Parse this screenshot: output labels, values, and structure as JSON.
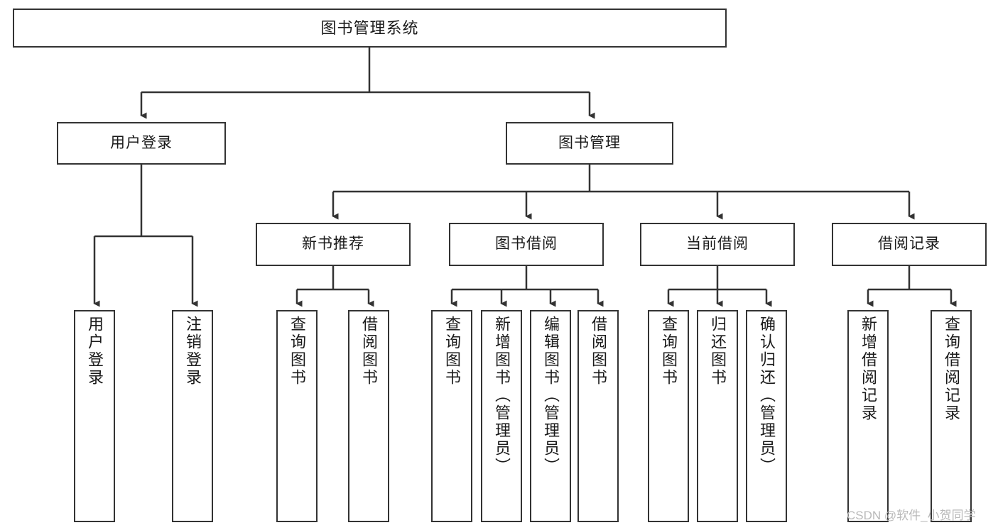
{
  "diagram": {
    "title": "图书管理系统",
    "type": "tree-hierarchy-chart",
    "root": {
      "label": "图书管理系统"
    },
    "level1": [
      {
        "label": "用户登录"
      },
      {
        "label": "图书管理"
      }
    ],
    "level2": [
      {
        "label": "新书推荐"
      },
      {
        "label": "图书借阅"
      },
      {
        "label": "当前借阅"
      },
      {
        "label": "借阅记录"
      }
    ],
    "leaves": {
      "user_login": [
        {
          "label": "用户登录"
        },
        {
          "label": "注销登录"
        }
      ],
      "new_book_recommend": [
        {
          "label": "查询图书"
        },
        {
          "label": "借阅图书"
        }
      ],
      "book_borrow": [
        {
          "label": "查询图书"
        },
        {
          "label": "新增图书（管理员）"
        },
        {
          "label": "编辑图书（管理员）"
        },
        {
          "label": "借阅图书"
        }
      ],
      "current_borrow": [
        {
          "label": "查询图书"
        },
        {
          "label": "归还图书"
        },
        {
          "label": "确认归还（管理员）"
        }
      ],
      "borrow_record": [
        {
          "label": "新增借阅记录"
        },
        {
          "label": "查询借阅记录"
        }
      ]
    }
  },
  "watermark": {
    "text": "CSDN @软件_小贺同学"
  },
  "colors": {
    "border": "#333333",
    "background": "#ffffff",
    "text": "#1a1a1a",
    "watermark": "#b9b9b9"
  }
}
